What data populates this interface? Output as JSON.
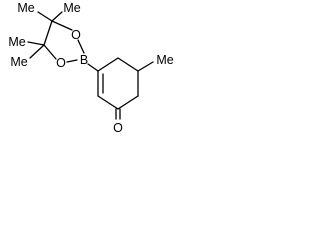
{
  "molecule": {
    "atoms": {
      "me_top_left": "Me",
      "me_top_right": "Me",
      "me_mid_left": "Me",
      "me_low_left": "Me",
      "o_upper": "O",
      "o_lower": "O",
      "boron": "B",
      "me_ring": "Me",
      "o_ketone": "O"
    }
  }
}
